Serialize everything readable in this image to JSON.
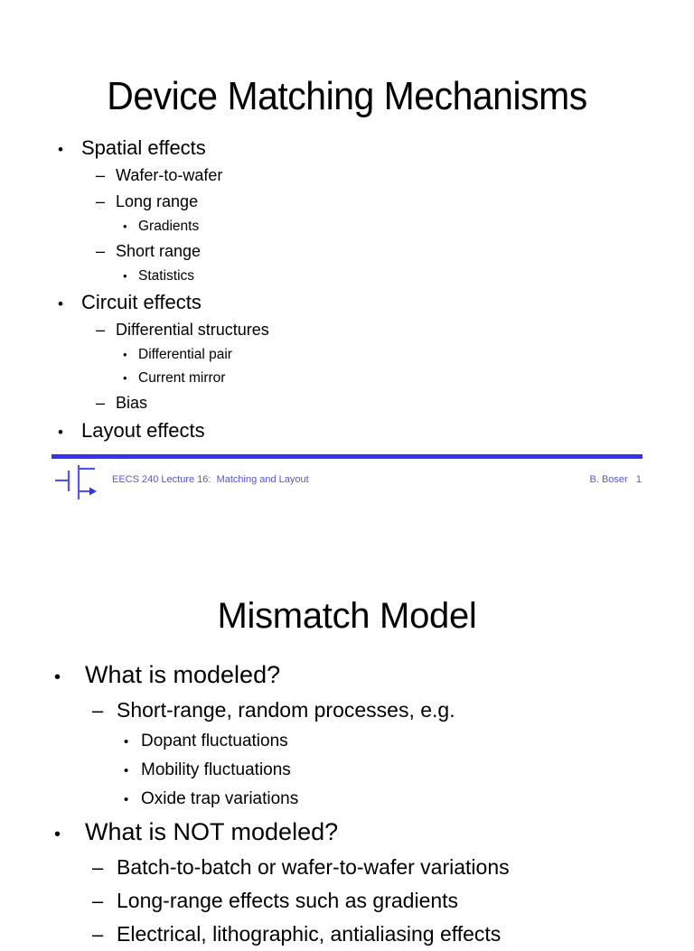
{
  "slide1": {
    "title": "Device Matching Mechanisms",
    "bullets": [
      {
        "level": 1,
        "marker": "•",
        "text": "Spatial effects"
      },
      {
        "level": 2,
        "marker": "–",
        "text": "Wafer-to-wafer"
      },
      {
        "level": 2,
        "marker": "–",
        "text": "Long range"
      },
      {
        "level": 3,
        "marker": "•",
        "text": "Gradients"
      },
      {
        "level": 2,
        "marker": "–",
        "text": "Short range"
      },
      {
        "level": 3,
        "marker": "•",
        "text": "Statistics"
      },
      {
        "level": 1,
        "marker": "•",
        "text": "Circuit effects"
      },
      {
        "level": 2,
        "marker": "–",
        "text": "Differential structures"
      },
      {
        "level": 3,
        "marker": "•",
        "text": "Differential pair"
      },
      {
        "level": 3,
        "marker": "•",
        "text": "Current mirror"
      },
      {
        "level": 2,
        "marker": "–",
        "text": "Bias"
      },
      {
        "level": 1,
        "marker": "•",
        "text": "Layout effects"
      }
    ],
    "footer": {
      "logo_name": "opamp-circuit-logo-icon",
      "left_text": "EECS 240 Lecture 16:  Matching and Layout",
      "right_text": "B. Boser   1",
      "rule_color": "#3333ee",
      "text_color": "#5555dd"
    }
  },
  "slide2": {
    "title": "Mismatch Model",
    "bullets": [
      {
        "level": 1,
        "marker": "•",
        "text": "What is modeled?"
      },
      {
        "level": 2,
        "marker": "–",
        "text": "Short-range, random processes, e.g."
      },
      {
        "level": 3,
        "marker": "•",
        "text": "Dopant fluctuations"
      },
      {
        "level": 3,
        "marker": "•",
        "text": "Mobility fluctuations"
      },
      {
        "level": 3,
        "marker": "•",
        "text": "Oxide trap variations"
      },
      {
        "level": 1,
        "marker": "•",
        "text": "What is NOT modeled?"
      },
      {
        "level": 2,
        "marker": "–",
        "text": "Batch-to-batch or wafer-to-wafer variations"
      },
      {
        "level": 2,
        "marker": "–",
        "text": "Long-range effects such as gradients"
      },
      {
        "level": 2,
        "marker": "–",
        "text": "Electrical, lithographic, antialiasing effects"
      }
    ]
  }
}
